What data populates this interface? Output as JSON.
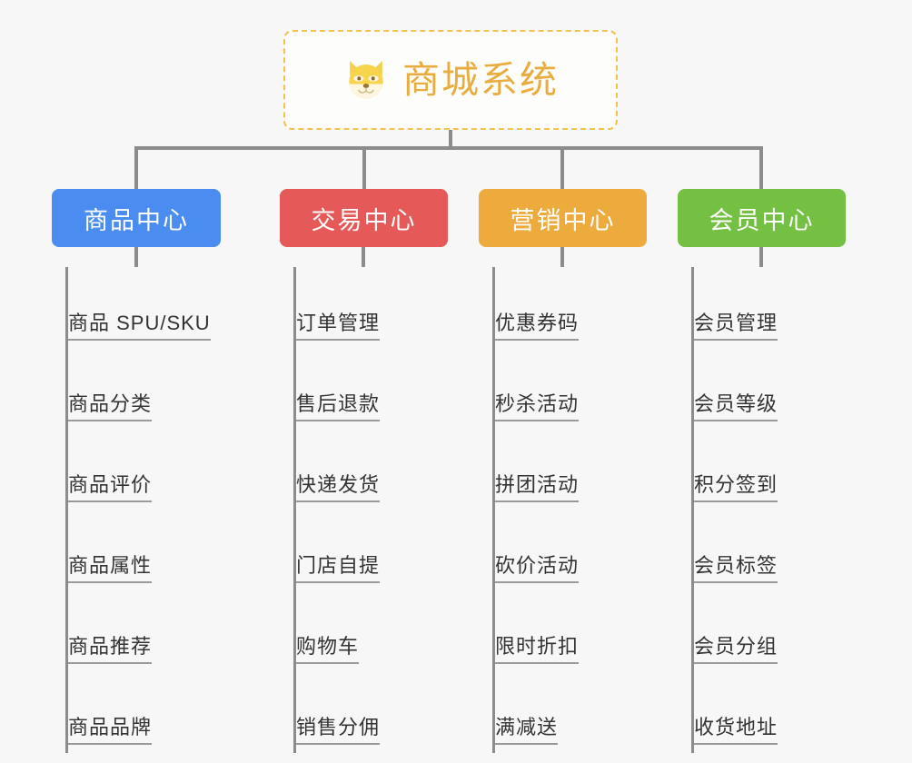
{
  "diagram": {
    "type": "mind-map",
    "background_color": "#f7f7f7",
    "root": {
      "title": "商城系统",
      "emoji_name": "dog-face-emoji",
      "text_color": "#e9ac3e",
      "border_color": "#f2c14e"
    },
    "branches": [
      {
        "label": "商品中心",
        "color": "#4a8cf0",
        "items": [
          "商品 SPU/SKU",
          "商品分类",
          "商品评价",
          "商品属性",
          "商品推荐",
          "商品品牌"
        ]
      },
      {
        "label": "交易中心",
        "color": "#e55a58",
        "items": [
          "订单管理",
          "售后退款",
          "快递发货",
          "门店自提",
          "购物车",
          "销售分佣"
        ]
      },
      {
        "label": "营销中心",
        "color": "#eeab3d",
        "items": [
          "优惠券码",
          "秒杀活动",
          "拼团活动",
          "砍价活动",
          "限时折扣",
          "满减送"
        ]
      },
      {
        "label": "会员中心",
        "color": "#74c043",
        "items": [
          "会员管理",
          "会员等级",
          "积分签到",
          "会员标签",
          "会员分组",
          "收货地址"
        ]
      }
    ]
  }
}
